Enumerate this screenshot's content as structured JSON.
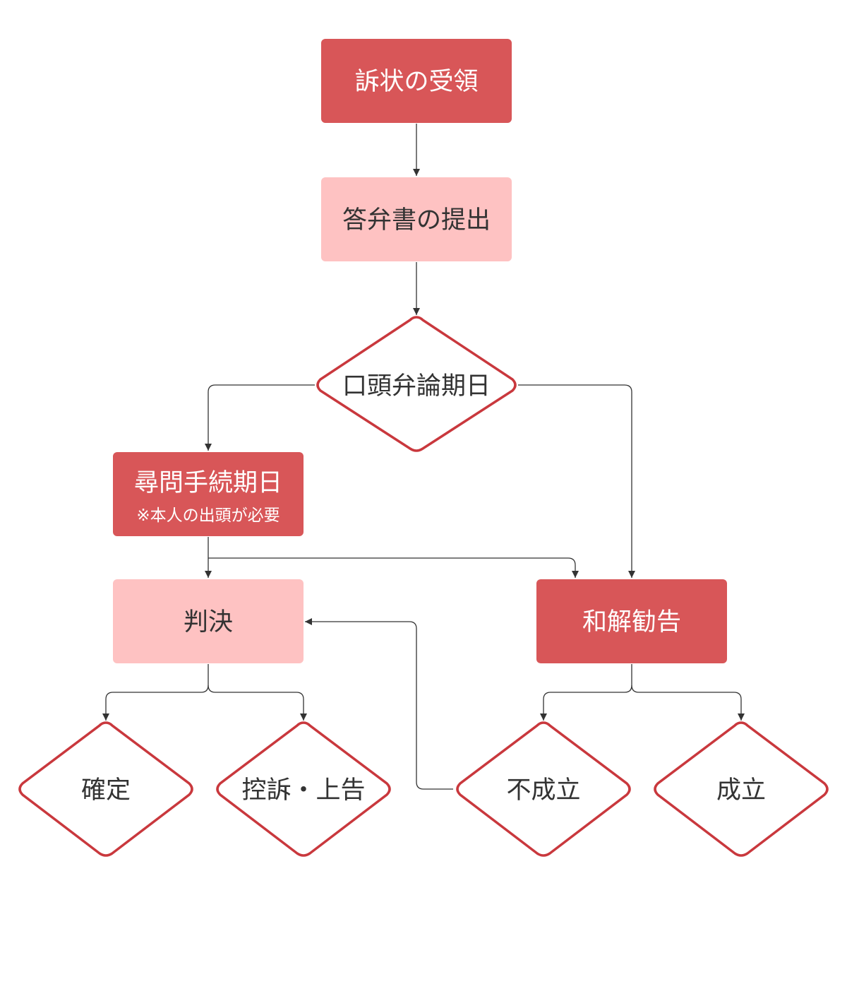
{
  "colors": {
    "dark_fill": "#d85658",
    "light_fill": "#fec2c2",
    "diamond_stroke": "#c9383d",
    "diamond_fill": "#ffffff",
    "line": "#333333",
    "text_dark": "#333333",
    "text_light": "#ffffff"
  },
  "nodes": {
    "receive_complaint": "訴状の受領",
    "submit_answer": "答弁書の提出",
    "oral_argument": "口頭弁論期日",
    "examination": "尋問手続期日",
    "examination_note": "※本人の出頭が必要",
    "judgment": "判決",
    "settlement_recommendation": "和解勧告",
    "finalized": "確定",
    "appeal": "控訴・上告",
    "not_established": "不成立",
    "established": "成立"
  }
}
